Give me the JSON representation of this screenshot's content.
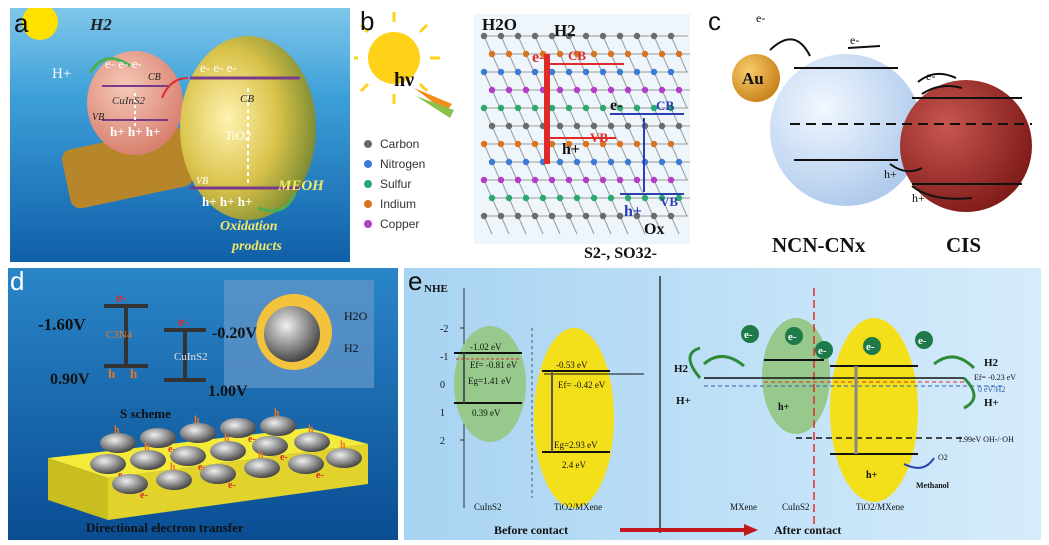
{
  "panels": {
    "a": {
      "label": "a",
      "h2": "H2",
      "hplus": "H+",
      "electrons": "e- e- e-",
      "cb": "CB",
      "vb": "VB",
      "cuins2": "CuInS2",
      "holes": "h+ h+ h+",
      "tio2": "TiO2",
      "meoh": "MEOH",
      "oxidation1": "Oxidation",
      "oxidation2": "products"
    },
    "b": {
      "label": "b",
      "h2o": "H2O",
      "h2": "H2",
      "hv": "hν",
      "electron": "e-",
      "cb": "CB",
      "vb": "VB",
      "hole": "h+",
      "ox": "Ox",
      "s2": "S2-, SO32-",
      "legend": [
        "Carbon",
        "Nitrogen",
        "Sulfur",
        "Indium",
        "Copper"
      ],
      "legend_colors": [
        "#6b6b6b",
        "#3a7bd5",
        "#2aa870",
        "#d9731e",
        "#b43cc8"
      ]
    },
    "c": {
      "label": "c",
      "au": "Au",
      "electron": "e-",
      "hole": "h+",
      "ncn": "NCN-CNx",
      "cis": "CIS"
    },
    "d": {
      "label": "d",
      "v1": "-1.60V",
      "v2": "-0.20V",
      "v3": "0.90V",
      "v4": "1.00V",
      "c3n4": "C3N4",
      "cuins2": "CuInS2",
      "electron": "e-",
      "hole": "h",
      "scheme": "S scheme",
      "h2o": "H2O",
      "h2": "H2",
      "bottom": "Directional electron transfer"
    },
    "e": {
      "label": "e",
      "nhe": "NHE",
      "ticks": [
        "-2",
        "-1",
        "0",
        "1",
        "2"
      ],
      "cuins2_cb": "-1.02 eV",
      "cuins2_ef": "Ef= -0.81 eV",
      "cuins2_eg": "Eg=1.41 eV",
      "cuins2_vb": "0.39 eV",
      "tio2_cb": "-0.53 eV",
      "tio2_ef": "Ef= -0.42 eV",
      "tio2_eg": "Eg=2.93 eV",
      "tio2_vb": "2.4 eV",
      "cuins2": "CuInS2",
      "tio2mx": "TiO2/MXene",
      "before": "Before contact",
      "after": "After contact",
      "h2": "H2",
      "hplus": "H+",
      "mxene": "MXene",
      "right_ef": "Ef= -0.23 eV",
      "right_h2": "0 eV/H2",
      "ohline": "1.99eV OH-/·OH",
      "ox": "O2",
      "methanol": "Methanol",
      "electron": "e-",
      "hole": "h+"
    }
  }
}
